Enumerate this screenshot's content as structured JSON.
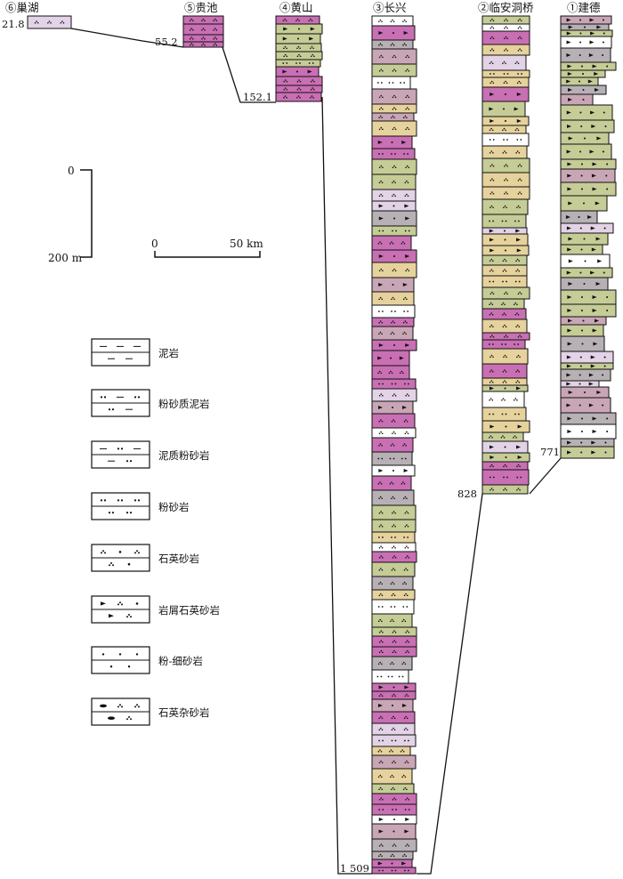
{
  "columns": [
    {
      "id": "jiande",
      "title": "①建德",
      "thickness": "771",
      "rock": "sandstone",
      "pattern": "lithic"
    },
    {
      "id": "linan",
      "title": "②临安洞桥",
      "thickness": "828",
      "rock": "sandstone",
      "pattern": "mixed"
    },
    {
      "id": "changxing",
      "title": "③长兴",
      "thickness": "1 509",
      "rock": "sandstone",
      "pattern": "mixed"
    },
    {
      "id": "huangshan",
      "title": "④黄山",
      "thickness": "152.1",
      "rock": "sandstone",
      "pattern": "mixed"
    },
    {
      "id": "guichi",
      "title": "⑤贵池",
      "thickness": "55.2",
      "rock": "sandstone",
      "pattern": "quartz"
    },
    {
      "id": "chaohu",
      "title": "⑥巢湖",
      "thickness": "21.8",
      "rock": "sandstone",
      "pattern": "quartz"
    }
  ],
  "vertical_scale": {
    "top": "0",
    "bottom": "200 m"
  },
  "horizontal_scale": {
    "left": "0",
    "right": "50 km"
  },
  "legend": [
    {
      "label": "泥岩",
      "pattern": "mud"
    },
    {
      "label": "粉砂质泥岩",
      "pattern": "silty_mud"
    },
    {
      "label": "泥质粉砂岩",
      "pattern": "muddy_silt"
    },
    {
      "label": "粉砂岩",
      "pattern": "silt"
    },
    {
      "label": "石英砂岩",
      "pattern": "quartz"
    },
    {
      "label": "岩屑石英砂岩",
      "pattern": "lithic"
    },
    {
      "label": "粉-细砂岩",
      "pattern": "fine"
    },
    {
      "label": "石英杂砂岩",
      "pattern": "greywacke"
    }
  ],
  "colors": {
    "olive": "#c5cc96",
    "tan": "#e6d29c",
    "magenta": "#c96fb4",
    "mauve": "#c9a6b6",
    "lavender": "#e3d3e6",
    "grey": "#b7b0b4",
    "white": "#ffffff"
  }
}
